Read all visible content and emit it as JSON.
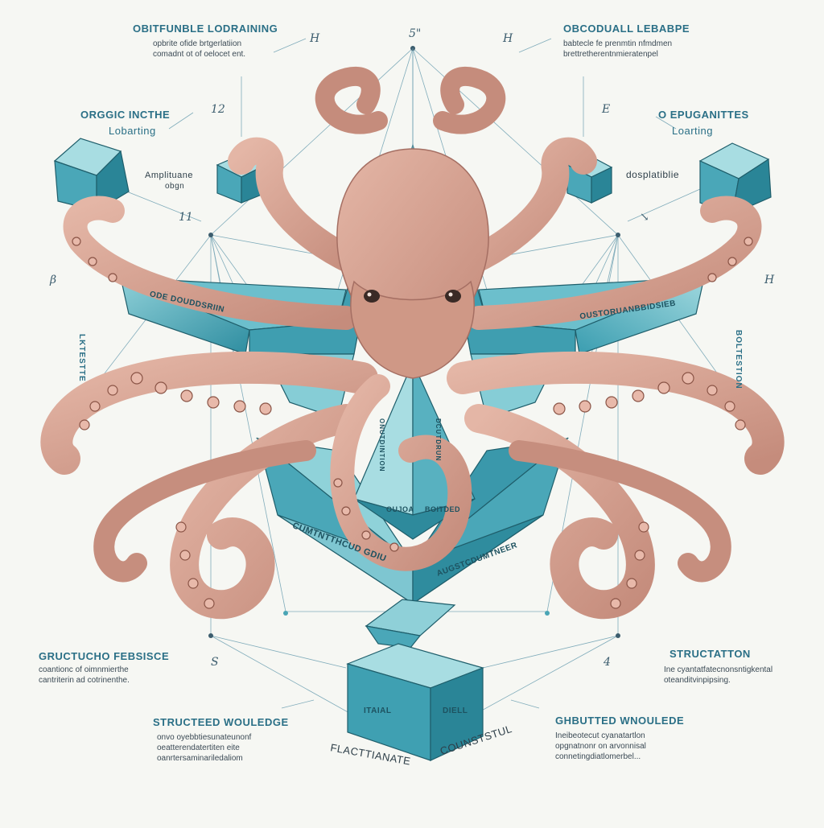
{
  "labels": {
    "top_left": "OBITFUNBLE LODRAINING",
    "top_left_sub": "opbrite ofide brtgerlatiion\ncomadnt ot of oelocet ent.",
    "top_right": "OBCODUALL LEBABPE",
    "top_right_sub": "babtecle fe prenmtin nfmdmen\nbrettretherentnmieratenpel",
    "mid_left": "ORGGIC INCTHE",
    "mid_left_2": "Lobarting",
    "mid_right": "O EPUGANITTES",
    "mid_right_2": "Loarting",
    "amp_left": "Amplituane",
    "amp_left_2": "obgn",
    "disp_right": "dosplatiblie",
    "side_left": "LKTESTTE",
    "side_right": "BOLTESTION",
    "bl1": "GRUCTUCHO FEBSISCE",
    "bl1_sub": "coantionc of oimnmierthe\ncantriterin ad cotrinenthe.",
    "br1": "STRUCTATTON",
    "br1_sub": "Ine cyantatfatecnonsntigkental\noteanditvinpipsing.",
    "bl2": "STRUCTEED WOULEDGE",
    "bl2_sub": "onvo oyebbtiesunateunonf\noeatterendatertiten eite\noanrtersaminariledaliom",
    "br2": "GHBUTTED WNOULEDE",
    "br2_sub": "Ineibeotecut cyanatartlon\nopgnatnonr on arvonnisal\nconnetingdiatlomerbel...",
    "bottom_left": "FLACTTIANATE",
    "bottom_right": "COUNSTSTUL",
    "wing_left": "ODE DOUDDSRIIN",
    "wing_right": "OUSTORUANBBIDSIEB",
    "band": "CUMTNTTHCUD GDIU",
    "band_right": "AUGSTCDUMTNEER",
    "center_a": "ONUTDINTION",
    "center_b": "DCUTDRUN",
    "center_c": "OUJOA",
    "center_d": "BOITDED",
    "box_left": "ITAIAL",
    "box_right": "DIELL"
  },
  "marks": {
    "top": "5\"",
    "top_left_h": "H",
    "top_right_h": "H",
    "n12": "12",
    "e": "E",
    "n11": "11",
    "arr": "↘",
    "h_right": "H",
    "b_left": "β",
    "s": "S",
    "n4": "4"
  },
  "colors": {
    "teal": "#3b9cad",
    "teal_light": "#a8dbe0",
    "teal_dark": "#24707e",
    "skin": "#d9a594",
    "skin_dark": "#a56f63",
    "sucker": "#e8b9aa",
    "ink": "#3c4b57",
    "line": "#6c9fb1"
  }
}
